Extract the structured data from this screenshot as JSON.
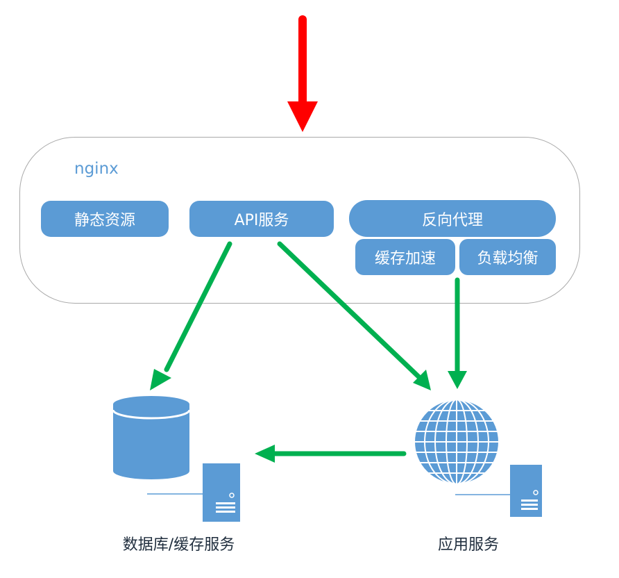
{
  "nginx": {
    "label": "nginx",
    "modules": {
      "static": "静态资源",
      "api": "API服务",
      "proxy": "反向代理",
      "cache": "缓存加速",
      "lb": "负载均衡"
    }
  },
  "nodes": {
    "database": "数据库/缓存服务",
    "app": "应用服务"
  },
  "colors": {
    "box_fill": "#5b9bd5",
    "incoming_arrow": "#ff0000",
    "flow_arrow": "#00b050",
    "border": "#a9a9a9"
  },
  "icons": [
    "database-icon",
    "server-icon",
    "globe-icon"
  ]
}
